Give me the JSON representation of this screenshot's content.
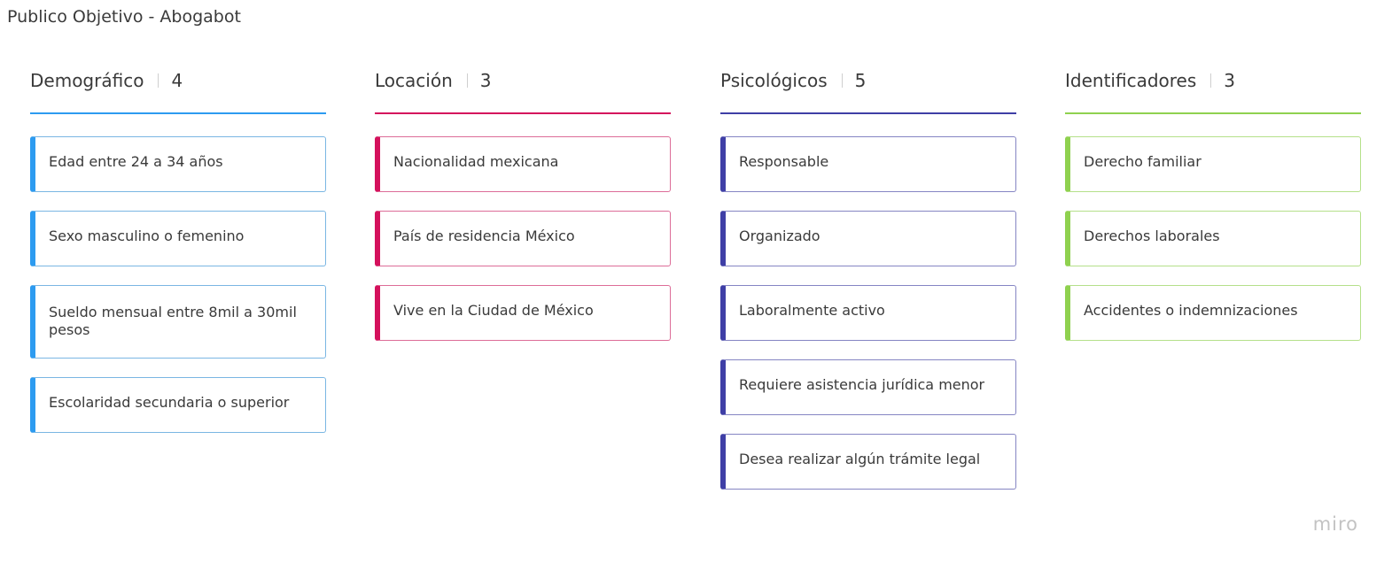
{
  "board": {
    "title": "Publico Objetivo - Abogabot"
  },
  "columns": [
    {
      "title": "Demográfico",
      "count": "4",
      "accent": "#2d9bf0",
      "card_border": "#7ab6e3",
      "cards": [
        "Edad entre 24 a 34 años",
        "Sexo masculino o femenino",
        "Sueldo mensual entre 8mil a 30mil pesos",
        "Escolaridad secundaria o superior"
      ]
    },
    {
      "title": "Locación",
      "count": "3",
      "accent": "#d4115c",
      "card_border": "#dd6d98",
      "cards": [
        "Nacionalidad mexicana",
        "País de residencia México",
        "Vive en la Ciudad de México"
      ]
    },
    {
      "title": "Psicológicos",
      "count": "5",
      "accent": "#3f3fa6",
      "card_border": "#8585c3",
      "cards": [
        "Responsable",
        "Organizado",
        "Laboralmente activo",
        "Requiere asistencia jurídica menor",
        "Desea realizar algún trámite legal"
      ]
    },
    {
      "title": "Identificadores",
      "count": "3",
      "accent": "#8fd14f",
      "card_border": "#b5e08a",
      "cards": [
        "Derecho familiar",
        "Derechos laborales",
        "Accidentes o indemnizaciones"
      ]
    }
  ],
  "footer": {
    "logo_text": "miro"
  }
}
